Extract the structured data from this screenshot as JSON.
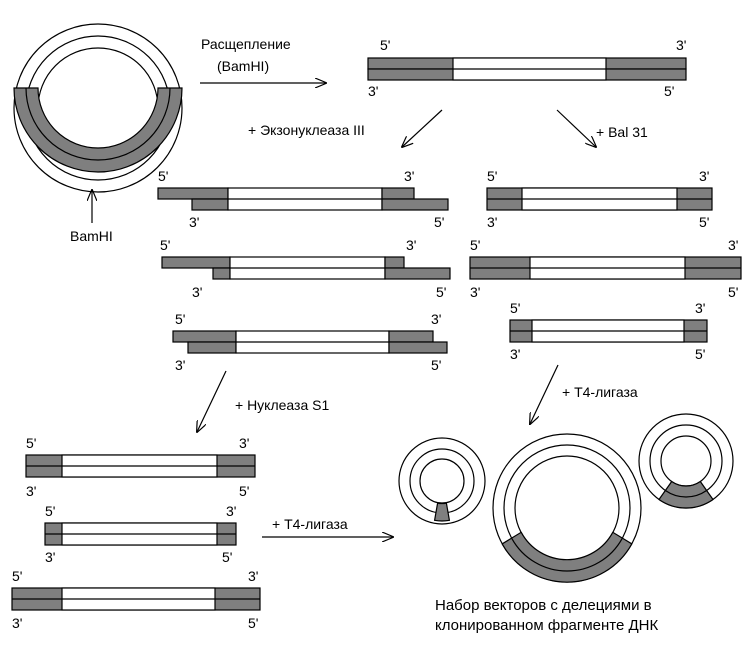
{
  "colors": {
    "dark": "#7f7f7f",
    "light": "#ffffff",
    "line": "#000000"
  },
  "labels": {
    "digestion_line1": "Расщепление",
    "digestion_line2": "(BamHI)",
    "bamhi_site": "BamHI",
    "exonuclease": "+ Экзонуклеаза III",
    "bal31": "+ Bal 31",
    "s1": "+ Нуклеаза S1",
    "ligase_right": "+ Т4-лигаза",
    "ligase_bottom": "+ Т4-лигаза",
    "result_line1": "Набор векторов с делециями в",
    "result_line2": "клонированном фрагменте ДНК"
  },
  "ends": {
    "five": "5'",
    "three": "3'"
  }
}
